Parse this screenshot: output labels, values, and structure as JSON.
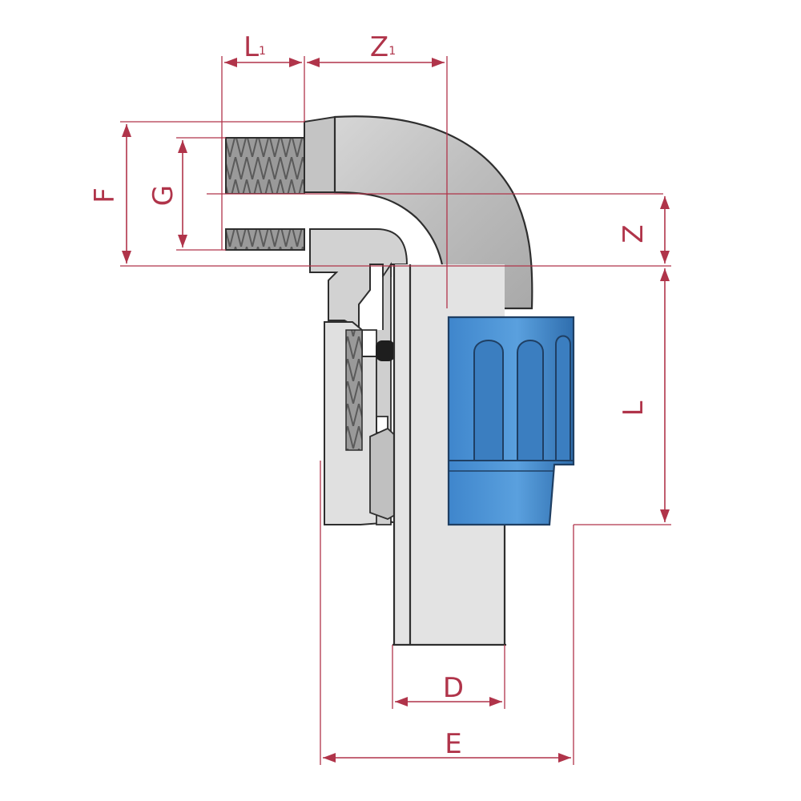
{
  "diagram": {
    "dimensions": {
      "L1": {
        "main": "L",
        "sub": "1"
      },
      "Z1": {
        "main": "Z",
        "sub": "1"
      },
      "F": "F",
      "G": "G",
      "Z": "Z",
      "L": "L",
      "D": "D",
      "E": "E"
    }
  },
  "colors": {
    "dimension": "#b0344a",
    "body_grey": "#c9c9c9",
    "body_light": "#e2e2e2",
    "nut_blue": "#4a8fd0",
    "nut_blue_dark": "#2f6eae",
    "outline": "#2e2e2e"
  }
}
